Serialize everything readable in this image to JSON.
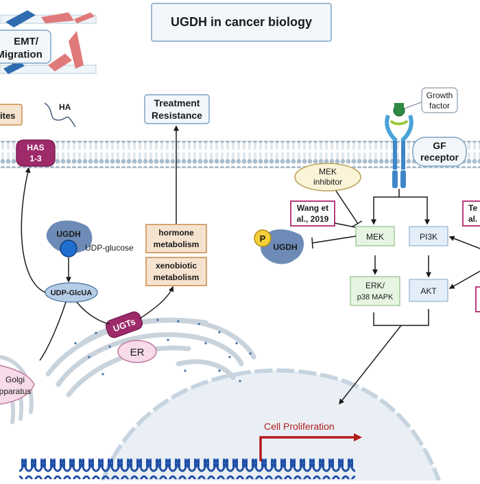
{
  "title": "UGDH in cancer biology",
  "emt": {
    "line1": "EMT/",
    "line2": "Migration"
  },
  "metabolites": "ites",
  "ha": "HA",
  "treatment": {
    "line1": "Treatment",
    "line2": "Resistance"
  },
  "growth_factor": {
    "line1": "Growth",
    "line2": "factor"
  },
  "gf_receptor": {
    "line1": "GF",
    "line2": "receptor"
  },
  "has": {
    "line1": "HAS",
    "line2": "1-3"
  },
  "mek_inhibitor": {
    "line1": "MEK",
    "line2": "inhibitor"
  },
  "citations": {
    "wang": {
      "line1": "Wang et",
      "line2": "al., 2019"
    },
    "right_partial": {
      "line1": "Te",
      "line2": "al."
    }
  },
  "ugdh": "UGDH",
  "udp_glucose": "UDP-glucose",
  "udp_glcua": "UDP-GlcUA",
  "hormone": {
    "line1": "hormone",
    "line2": "metabolism"
  },
  "xenobiotic": {
    "line1": "xenobiotic",
    "line2": "metabolism"
  },
  "phospho_ugdh": {
    "p": "P",
    "label": "UGDH"
  },
  "pathway": {
    "mek": "MEK",
    "pi3k": "PI3K",
    "erk": {
      "line1": "ERK/",
      "line2": "p38 MAPK"
    },
    "akt": "AKT"
  },
  "ugts": "UGTs",
  "er": "ER",
  "golgi": {
    "line1": "Golgi",
    "line2": "Apparatus"
  },
  "cell_proliferation": "Cell Proliferation",
  "colors": {
    "membrane": "#9fb6c8",
    "receptor_blue": "#3f86c9",
    "has_purple": "#9e2a6a",
    "beige_box": "#f6e3cf",
    "beige_border": "#c98a4a",
    "pathway_green": "#e6f4e2",
    "pathway_blue": "#e3eef9",
    "citation_border": "#b0276d",
    "ugdh_protein": "#6d8bb6",
    "udp_bubble": "#b6cde8",
    "nucleus": "#e9eff5",
    "dna": "#1f4fa6",
    "proliferation_red": "#b31b1b"
  }
}
